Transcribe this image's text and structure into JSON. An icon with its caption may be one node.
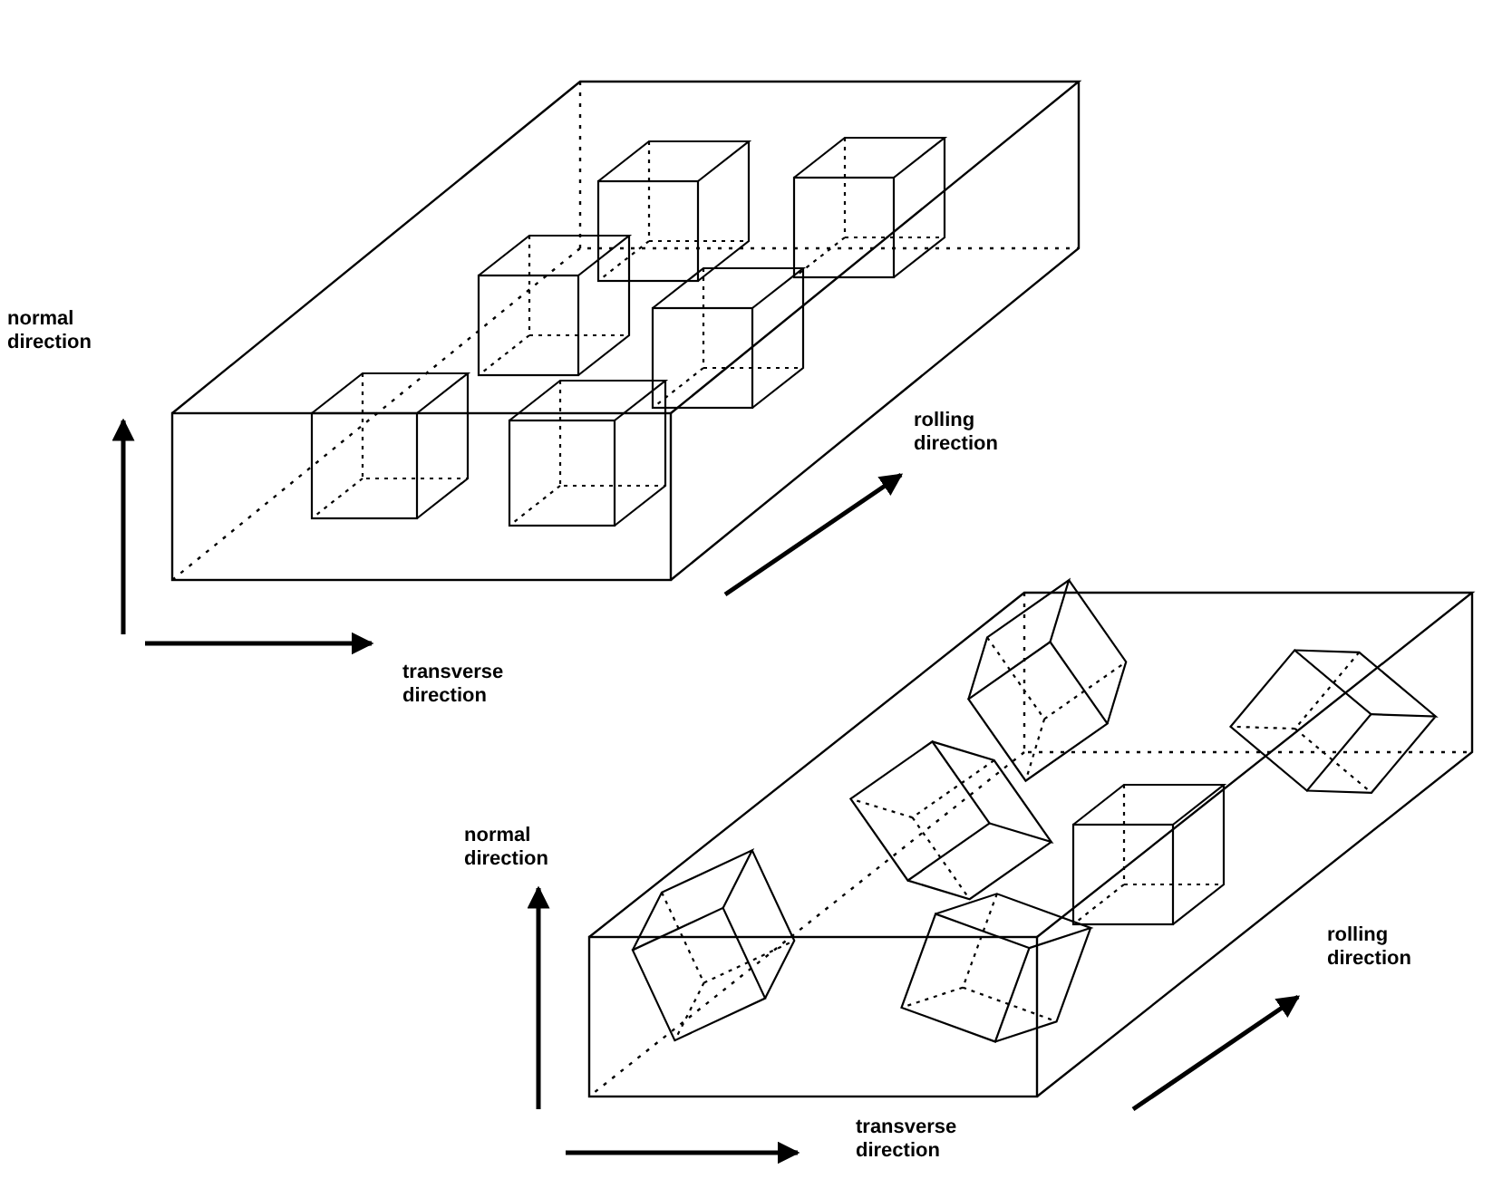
{
  "diagram": {
    "labels": [
      "normal direction",
      "rolling direction",
      "transverse direction",
      "normal direction",
      "rolling direction",
      "transverse direction"
    ]
  }
}
